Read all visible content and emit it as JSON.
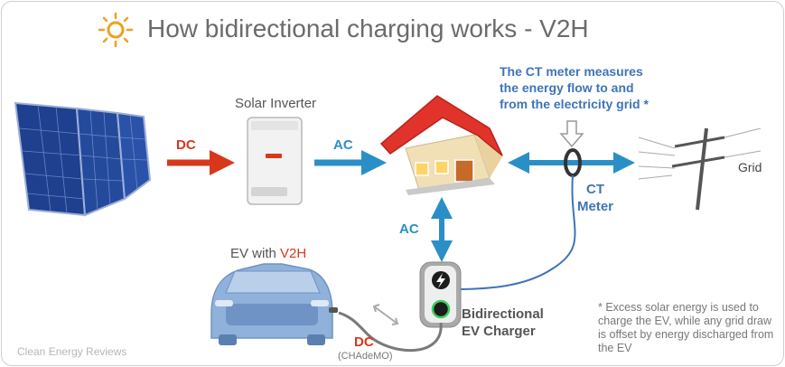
{
  "title": "How bidirectional charging works - V2H",
  "labels": {
    "solar_inverter": "Solar Inverter",
    "dc_top": "DC",
    "ac_inverter_to_house": "AC",
    "ac_house_to_charger": "AC",
    "ct_meter_note": [
      "The CT meter measures",
      "the energy flow to and",
      "from the electricity grid *"
    ],
    "ct_meter": [
      "CT",
      "Meter"
    ],
    "grid": "Grid",
    "ev_prefix": "EV with ",
    "ev_v2h": "V2H",
    "charger": [
      "Bidirectional",
      "EV Charger"
    ],
    "dc_bottom": "DC",
    "chademo": "(CHAdeMO)"
  },
  "footnote": "* Excess solar energy is used to charge the EV, while any grid draw is offset by energy discharged from the EV",
  "brand": "Clean Energy Reviews",
  "colors": {
    "dc_red": "#d9371b",
    "ac_blue": "#2a8fc7",
    "ct_blue": "#3f74b8",
    "house_roof": "#e2332a",
    "car_blue": "#8fb1da"
  },
  "icons": [
    "sun-icon",
    "solar-panel-icon",
    "inverter-icon",
    "house-icon",
    "power-pole-icon",
    "ct-clamp-icon",
    "ev-car-icon",
    "charger-icon"
  ]
}
